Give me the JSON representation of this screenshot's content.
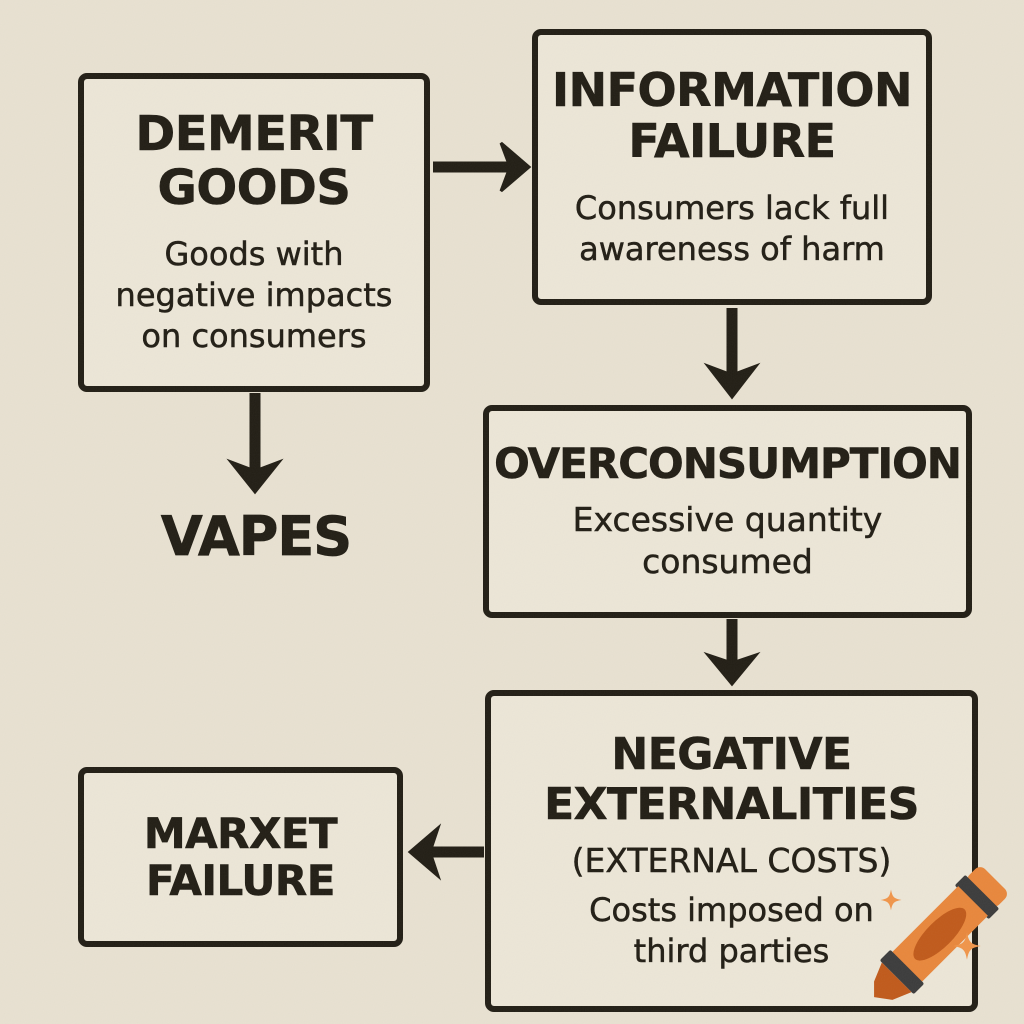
{
  "background": {
    "color": "#e8e1d1",
    "box_fill": "#ece6d7"
  },
  "ink_color": "#221e15",
  "boxes": {
    "demerit_goods": {
      "title": "DEMERIT\nGOODS",
      "subtitle": "Goods with\nnegative impacts\non consumers"
    },
    "information_failure": {
      "title": "INFORMATION\nFAILURE",
      "subtitle": "Consumers lack full\nawareness of harm"
    },
    "overconsumption": {
      "title": "OVERCONSUMPTION",
      "subtitle": "Excessive quantity\nconsumed"
    },
    "negative_externalities": {
      "title": "NEGATIVE\nEXTERNALITIES",
      "subtitle_caps": "(EXTERNAL COSTS)",
      "subtitle": "Costs imposed on\nthird parties"
    },
    "market_failure": {
      "title": "MARXET\nFAILURE"
    }
  },
  "labels": {
    "vapes": "VAPES"
  },
  "arrows": [
    {
      "name": "arrow-demerit-to-information",
      "direction": "right"
    },
    {
      "name": "arrow-information-to-overconsumption",
      "direction": "down"
    },
    {
      "name": "arrow-overconsumption-to-externalities",
      "direction": "down"
    },
    {
      "name": "arrow-externalities-to-market-failure",
      "direction": "left"
    },
    {
      "name": "arrow-demerit-to-vapes",
      "direction": "down"
    }
  ],
  "watermark": {
    "icon": "crayon-icon",
    "body_color": "#e8873c",
    "dark_color": "#c05a1b",
    "band_color": "#3c3c3c",
    "sparkle_color": "#f0954a"
  }
}
